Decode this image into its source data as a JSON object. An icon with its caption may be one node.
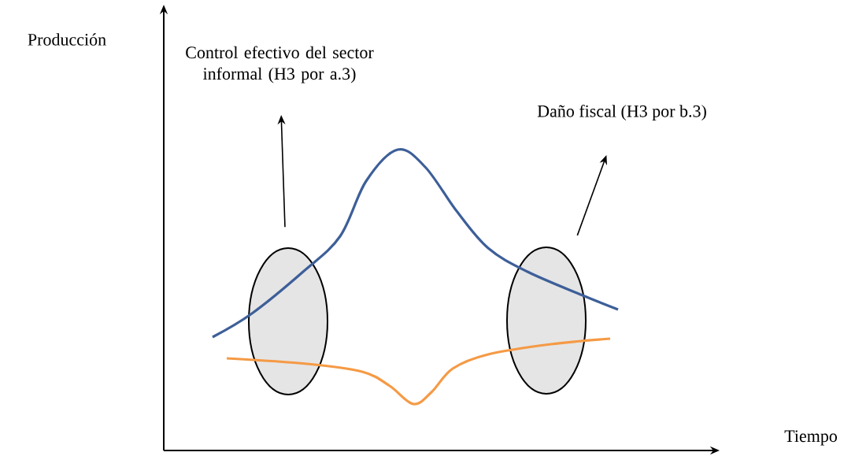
{
  "diagram": {
    "nodes": [
      {
        "text": [
          "Control efectivo del sector informal (H3 por a.3)"
        ]
      },
      {
        "text": [
          "Daño fiscal (H3 por b.3)"
        ]
      },
      {
        "text": [],
        "shape": "ellipse"
      },
      {
        "text": [],
        "shape": "ellipse"
      }
    ],
    "edges": [
      {
        "from": 2,
        "to": 0,
        "arrow": "to"
      },
      {
        "from": 3,
        "to": 1,
        "arrow": "to"
      }
    ],
    "labels": [
      "Producción",
      "Tiempo"
    ]
  }
}
